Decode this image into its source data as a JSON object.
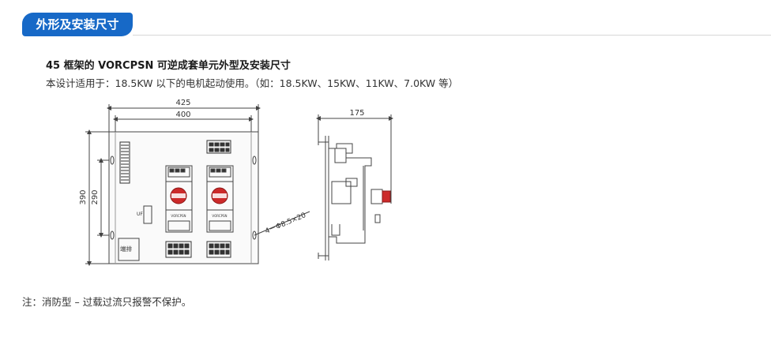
{
  "section_tag": "外形及安装尺寸",
  "heading": "45 框架的 VORCPSN 可逆成套单元外型及安装尺寸",
  "subtitle": "本设计适用于：18.5KW 以下的电机起动使用。（如：18.5KW、15KW、11KW、7.0KW 等）",
  "front_view": {
    "dim_width_outer": "425",
    "dim_width_inner": "400",
    "dim_height_outer": "390",
    "dim_height_inner": "290",
    "hole_label": "4－Φ8.5×20",
    "uf_label": "UF",
    "terminal_label": "端排",
    "device_left_label": "VORCPSN",
    "device_right_label": "VORCPSN"
  },
  "side_view": {
    "dim_depth": "175"
  },
  "note": "注：消防型 – 过载过流只报警不保护。",
  "colors": {
    "accent": "#1769c7",
    "handle": "#cc2a2a"
  }
}
